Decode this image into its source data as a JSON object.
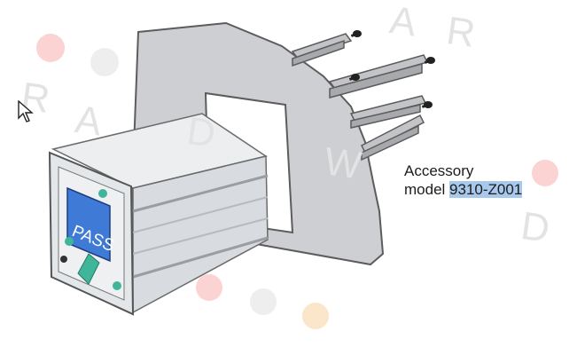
{
  "watermark": {
    "letters": [
      "R",
      "A",
      "D",
      "W",
      "A",
      "R",
      "D"
    ]
  },
  "device": {
    "screen_text": "PASS"
  },
  "caption": {
    "line1": "Accessory",
    "line2_prefix": "model ",
    "line2_code": "9310-Z001"
  },
  "colors": {
    "panel_gray": "#cfd0d3",
    "device_body": "#dfe2e6",
    "lcd_blue": "#3f7bd6",
    "button_teal": "#3fb59a",
    "highlight": "#a9c9ec"
  },
  "icons": {
    "pointer": "mouse-cursor-icon"
  }
}
